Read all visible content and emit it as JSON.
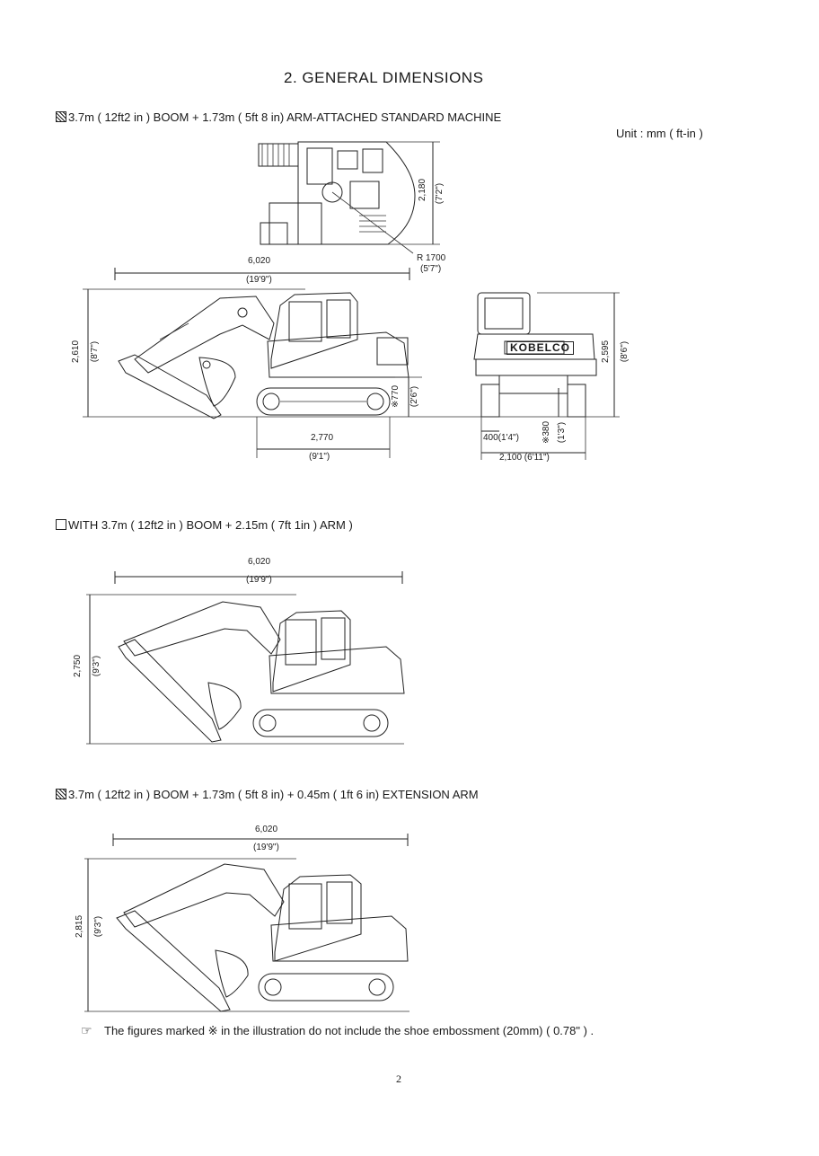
{
  "page_title": "2.   GENERAL DIMENSIONS",
  "unit_label": "Unit : mm ( ft-in )",
  "sections": [
    {
      "heading": "3.7m ( 12ft2 in ) BOOM  +  1.73m ( 5ft 8 in) ARM-ATTACHED STANDARD MACHINE",
      "dims": {
        "top_width": "2,180",
        "top_width_ft": "(7'2\")",
        "radius": "R 1700",
        "radius_ft": "(5'7\")",
        "overall_length": "6,020",
        "overall_length_ft": "(19'9\")",
        "height": "2,610",
        "height_ft": "(8'7\")",
        "clearance": "※770",
        "clearance_ft": "(2'6\")",
        "tumbler": "2,770",
        "tumbler_ft": "(9'1\")",
        "front_height": "2,595",
        "front_height_ft": "(8'6\")",
        "shoe": "400(1'4\")",
        "grouser": "※380",
        "grouser_ft": "(1'3\")",
        "track_width": "2,100 (6'11\")",
        "brand": "KOBELCO"
      }
    },
    {
      "heading": "WITH 3.7m ( 12ft2 in ) BOOM  +  2.15m ( 7ft 1in ) ARM )",
      "dims": {
        "overall_length": "6,020",
        "overall_length_ft": "(19'9\")",
        "height": "2,750",
        "height_ft": "(9'3\")"
      }
    },
    {
      "heading": "3.7m ( 12ft2 in ) BOOM  +  1.73m ( 5ft 8 in)  +  0.45m ( 1ft 6 in) EXTENSION ARM",
      "dims": {
        "overall_length": "6,020",
        "overall_length_ft": "(19'9\")",
        "height": "2,815",
        "height_ft": "(9'3\")"
      }
    }
  ],
  "footnote": "The figures marked ※ in the illustration do not include the shoe embossment (20mm) ( 0.78\" ) .",
  "page_number": "2"
}
